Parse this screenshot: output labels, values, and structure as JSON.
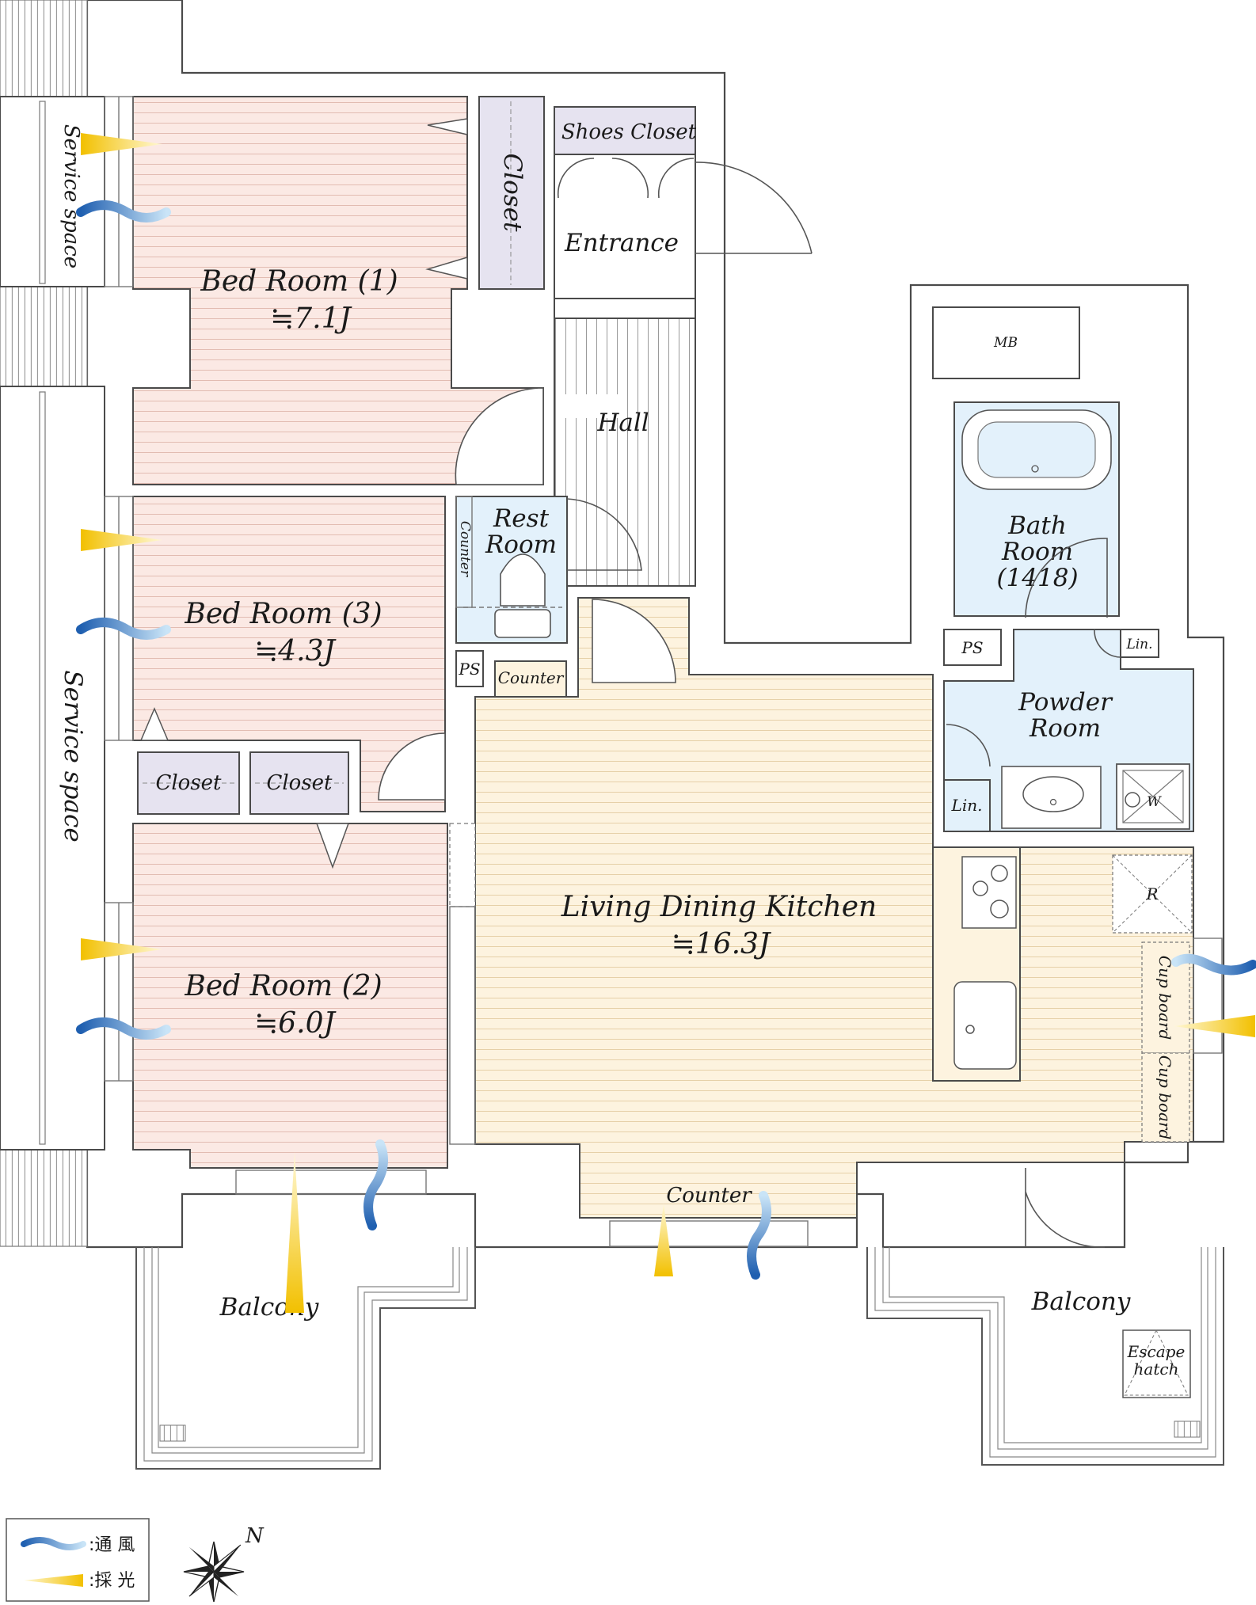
{
  "colors": {
    "bedroom": "#fbe9e4",
    "living": "#fdf3df",
    "wet_area": "#e3f1fb",
    "closet": "#e6e3f0",
    "wall": "#4a4a4a",
    "wind": "#1f6fc0",
    "light": "#f2c40c"
  },
  "rooms": {
    "bed1": {
      "name": "Bed Room (1)",
      "area": "≒7.1J"
    },
    "bed2": {
      "name": "Bed Room (2)",
      "area": "≒6.0J"
    },
    "bed3": {
      "name": "Bed Room (3)",
      "area": "≒4.3J"
    },
    "ldk": {
      "name": "Living Dining Kitchen",
      "area": "≒16.3J"
    },
    "bath": {
      "line1": "Bath",
      "line2": "Room",
      "line3": "(1418)"
    },
    "powder": {
      "line1": "Powder",
      "line2": "Room"
    },
    "rest": {
      "line1": "Rest",
      "line2": "Room"
    }
  },
  "labels": {
    "shoes_closet": "Shoes Closet",
    "closet_vertical": "Closet",
    "closet_a": "Closet",
    "closet_b": "Closet",
    "entrance": "Entrance",
    "hall": "Hall",
    "mb": "MB",
    "ps_a": "PS",
    "ps_b": "PS",
    "lin_a": "Lin.",
    "lin_b": "Lin.",
    "washer": "W",
    "fridge": "R",
    "cupboard_a": "Cup board",
    "cupboard_b": "Cup board",
    "counter_rest": "Counter",
    "counter_hall": "Counter",
    "counter_ldk": "Counter",
    "service_top": "Service space",
    "service_main": "Service space",
    "balcony_left": "Balcony",
    "balcony_right": "Balcony",
    "escape_line1": "Escape",
    "escape_line2": "hatch",
    "compass": "N"
  },
  "legend": {
    "wind": ":通 風",
    "light": ":採 光"
  }
}
